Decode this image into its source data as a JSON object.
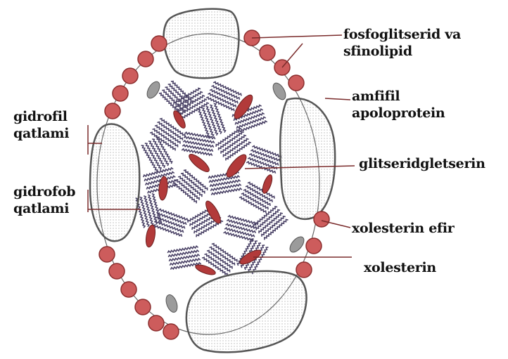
{
  "labels": {
    "phospholipid": [
      "fosfoglitserid va",
      "sfinolipid"
    ],
    "amphiphilic": [
      "amfifil",
      "apoloprotein"
    ],
    "triglyceride": "glitseridgletserin",
    "cholesterol_ester": "xolesterin efir",
    "cholesterol": "xolesterin",
    "hydrophilic": [
      "gidrofil",
      "qatlami"
    ],
    "hydrophobic": [
      "gidrofob",
      "qatlami"
    ]
  },
  "colors": {
    "phospholipid_head": "#cd5c5c",
    "head_outline": "#8b2e2e",
    "protein_fill": "#f3f3f3",
    "protein_outline": "#555555",
    "lipid_tail": "#4a4266",
    "ester_fill": "#b23a3a",
    "cholesterol_fill": "#9b9b9b",
    "pointer_line": "#7a2b2b"
  }
}
